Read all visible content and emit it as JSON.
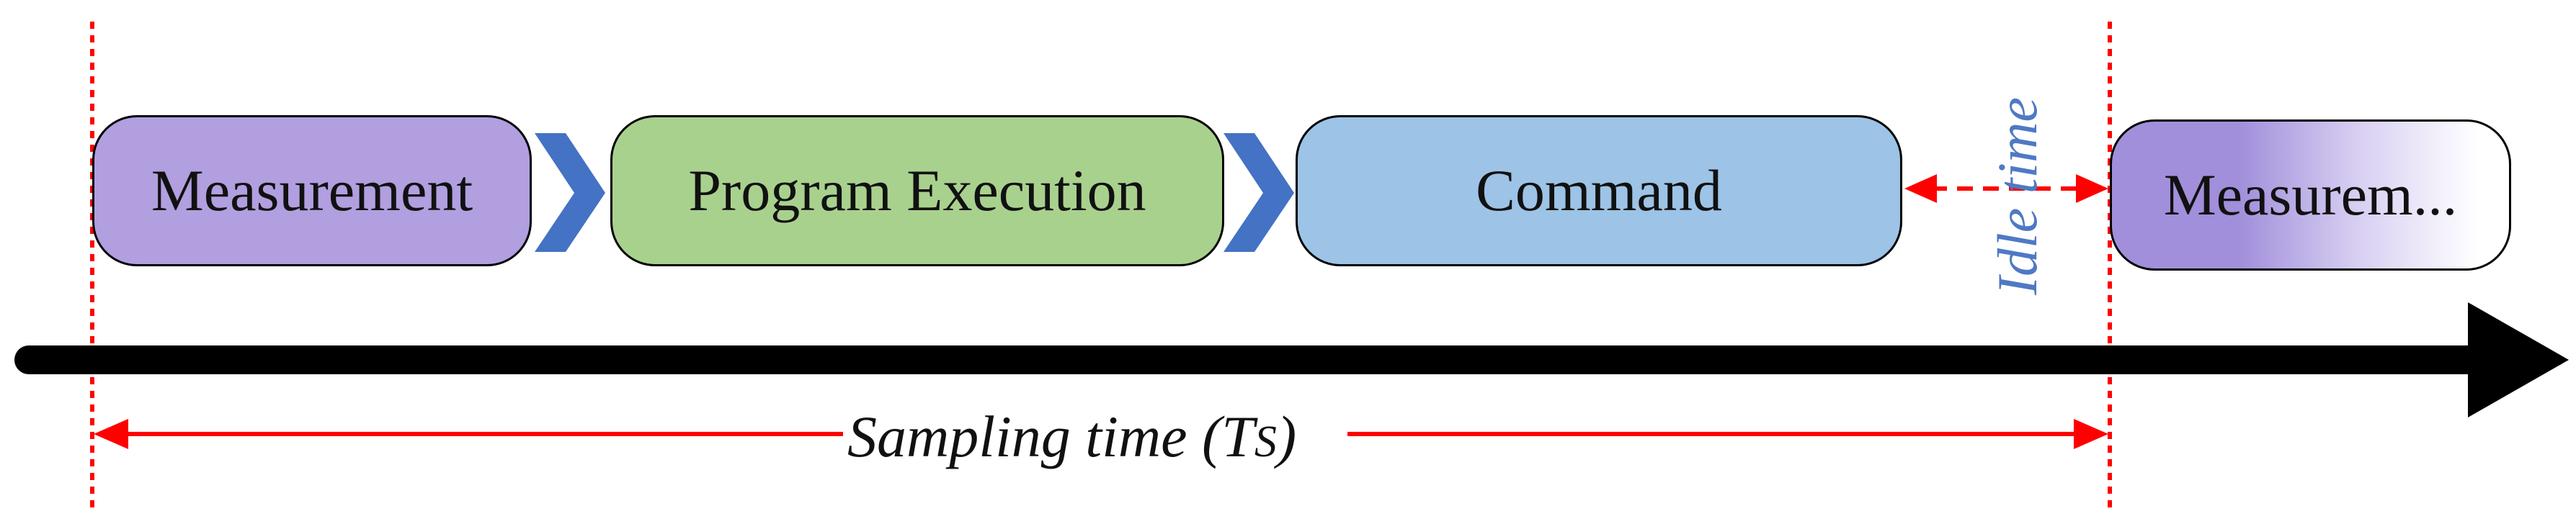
{
  "blocks": {
    "measurement": "Measurement",
    "program_execution": "Program Execution",
    "command": "Command",
    "next_measurement": "Measurem..."
  },
  "labels": {
    "sampling_time": "Sampling time (T",
    "sampling_sub": "S",
    "sampling_close": ")",
    "idle_time": "Idle time"
  },
  "colors": {
    "measurement": "#b19fe0",
    "program_execution": "#a9d18e",
    "command": "#9dc3e6",
    "chevron": "#4472c4",
    "timeline": "#000000",
    "marker": "#ff0000",
    "idle_label": "#4f79c3"
  }
}
